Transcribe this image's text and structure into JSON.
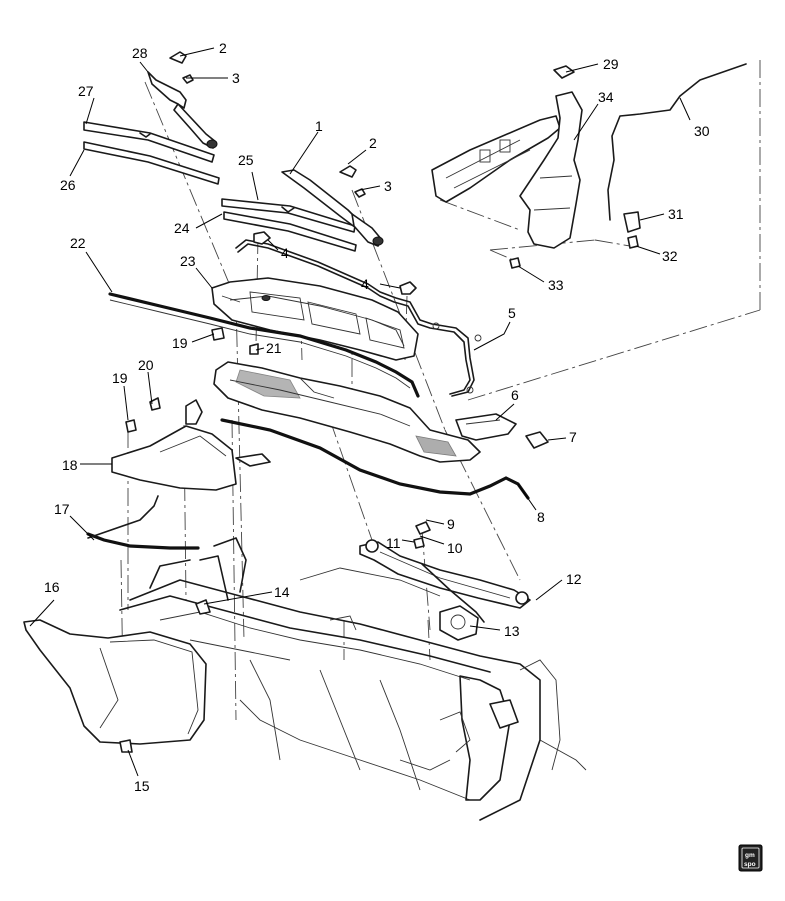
{
  "callouts": [
    {
      "id": "c1",
      "text": "1"
    },
    {
      "id": "c2a",
      "text": "2"
    },
    {
      "id": "c2b",
      "text": "2"
    },
    {
      "id": "c3a",
      "text": "3"
    },
    {
      "id": "c3b",
      "text": "3"
    },
    {
      "id": "c4a",
      "text": "4"
    },
    {
      "id": "c4b",
      "text": "4"
    },
    {
      "id": "c5",
      "text": "5"
    },
    {
      "id": "c6",
      "text": "6"
    },
    {
      "id": "c7",
      "text": "7"
    },
    {
      "id": "c8",
      "text": "8"
    },
    {
      "id": "c9",
      "text": "9"
    },
    {
      "id": "c10",
      "text": "10"
    },
    {
      "id": "c11",
      "text": "11"
    },
    {
      "id": "c12",
      "text": "12"
    },
    {
      "id": "c13",
      "text": "13"
    },
    {
      "id": "c14",
      "text": "14"
    },
    {
      "id": "c15",
      "text": "15"
    },
    {
      "id": "c16",
      "text": "16"
    },
    {
      "id": "c17",
      "text": "17"
    },
    {
      "id": "c18",
      "text": "18"
    },
    {
      "id": "c19a",
      "text": "19"
    },
    {
      "id": "c19b",
      "text": "19"
    },
    {
      "id": "c20",
      "text": "20"
    },
    {
      "id": "c21",
      "text": "21"
    },
    {
      "id": "c22",
      "text": "22"
    },
    {
      "id": "c23",
      "text": "23"
    },
    {
      "id": "c24",
      "text": "24"
    },
    {
      "id": "c25",
      "text": "25"
    },
    {
      "id": "c26",
      "text": "26"
    },
    {
      "id": "c27",
      "text": "27"
    },
    {
      "id": "c28",
      "text": "28"
    },
    {
      "id": "c29",
      "text": "29"
    },
    {
      "id": "c30",
      "text": "30"
    },
    {
      "id": "c31",
      "text": "31"
    },
    {
      "id": "c32",
      "text": "32"
    },
    {
      "id": "c33",
      "text": "33"
    },
    {
      "id": "c34",
      "text": "34"
    }
  ],
  "logo": {
    "line1": "gm",
    "line2": "spo"
  }
}
